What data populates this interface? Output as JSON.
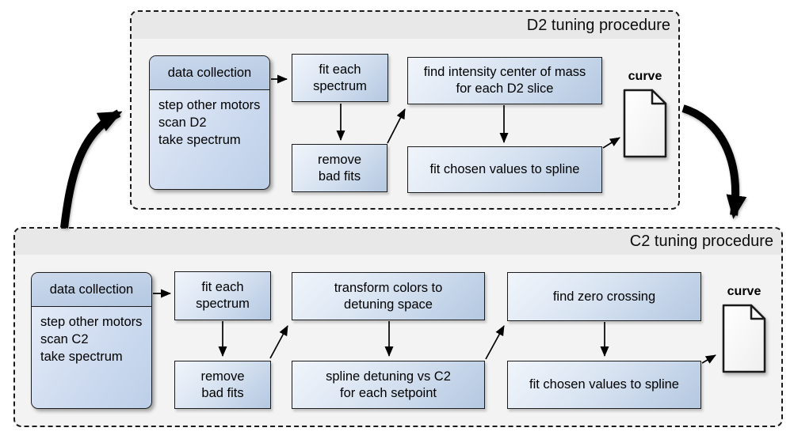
{
  "d2": {
    "title": "D2 tuning procedure",
    "data_collection": {
      "header": "data collection",
      "body": "step other motors\nscan D2\ntake spectrum"
    },
    "fit_each_spectrum": "fit each\nspectrum",
    "remove_bad_fits": "remove\nbad fits",
    "find_intensity": "find intensity center of mass\nfor each D2 slice",
    "fit_spline": "fit chosen values to spline",
    "curve_label": "curve"
  },
  "c2": {
    "title": "C2 tuning procedure",
    "data_collection": {
      "header": "data collection",
      "body": "step other motors\nscan C2\ntake spectrum"
    },
    "fit_each_spectrum": "fit each\nspectrum",
    "remove_bad_fits": "remove\nbad fits",
    "transform_colors": "transform colors to\ndetuning space",
    "spline_detuning": "spline detuning vs C2\nfor each setpoint",
    "find_zero_crossing": "find zero crossing",
    "fit_spline": "fit chosen values to spline",
    "curve_label": "curve"
  },
  "colors": {
    "container_fill": "#f3f3f3",
    "container_band": "#e8e8e8",
    "container_border": "#1a1a1a",
    "box_fill_light": "#f1f5fb",
    "box_fill_dark": "#b4c8e1",
    "box_border": "#1b1b1b",
    "arrow": "#000000",
    "doc_fill": "#fdfdfd"
  }
}
